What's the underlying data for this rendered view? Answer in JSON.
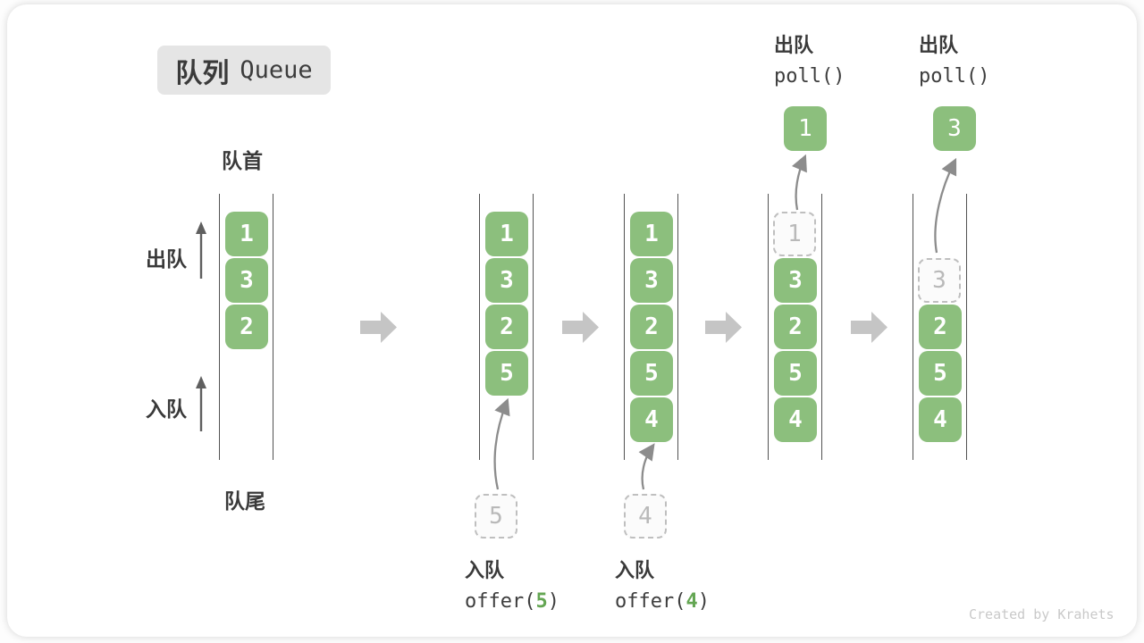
{
  "title": {
    "zh": "队列",
    "en": "Queue"
  },
  "labels": {
    "front": "队首",
    "rear": "队尾",
    "dequeue": "出队",
    "enqueue": "入队"
  },
  "colors": {
    "box_green": "#8cbf7d",
    "block_arrow_gray": "#c5c5c5",
    "thin_arrow_dark": "#5f5f5f",
    "curve_arrow_gray": "#8c8c8c",
    "op_arg_green": "#64a653"
  },
  "states": [
    {
      "name": "initial",
      "boxes": [
        {
          "value": "1"
        },
        {
          "value": "3"
        },
        {
          "value": "2"
        }
      ]
    },
    {
      "name": "after-offer-5",
      "boxes": [
        {
          "value": "1"
        },
        {
          "value": "3"
        },
        {
          "value": "2"
        },
        {
          "value": "5"
        }
      ],
      "pending_value": "5",
      "op": {
        "zh": "入队",
        "fn_open": "offer(",
        "arg": "5",
        "fn_close": ")"
      }
    },
    {
      "name": "after-offer-4",
      "boxes": [
        {
          "value": "1"
        },
        {
          "value": "3"
        },
        {
          "value": "2"
        },
        {
          "value": "5"
        },
        {
          "value": "4"
        }
      ],
      "pending_value": "4",
      "op": {
        "zh": "入队",
        "fn_open": "offer(",
        "arg": "4",
        "fn_close": ")"
      }
    },
    {
      "name": "after-poll-1",
      "removed_value": "1",
      "boxes": [
        {
          "value": "3"
        },
        {
          "value": "2"
        },
        {
          "value": "5"
        },
        {
          "value": "4"
        }
      ],
      "popped_value": "1",
      "op": {
        "zh": "出队",
        "fn": "poll()"
      }
    },
    {
      "name": "after-poll-3",
      "removed_value": "3",
      "boxes": [
        {
          "value": "2"
        },
        {
          "value": "5"
        },
        {
          "value": "4"
        }
      ],
      "popped_value": "3",
      "op": {
        "zh": "出队",
        "fn": "poll()"
      }
    }
  ],
  "watermark": "Created by Krahets"
}
